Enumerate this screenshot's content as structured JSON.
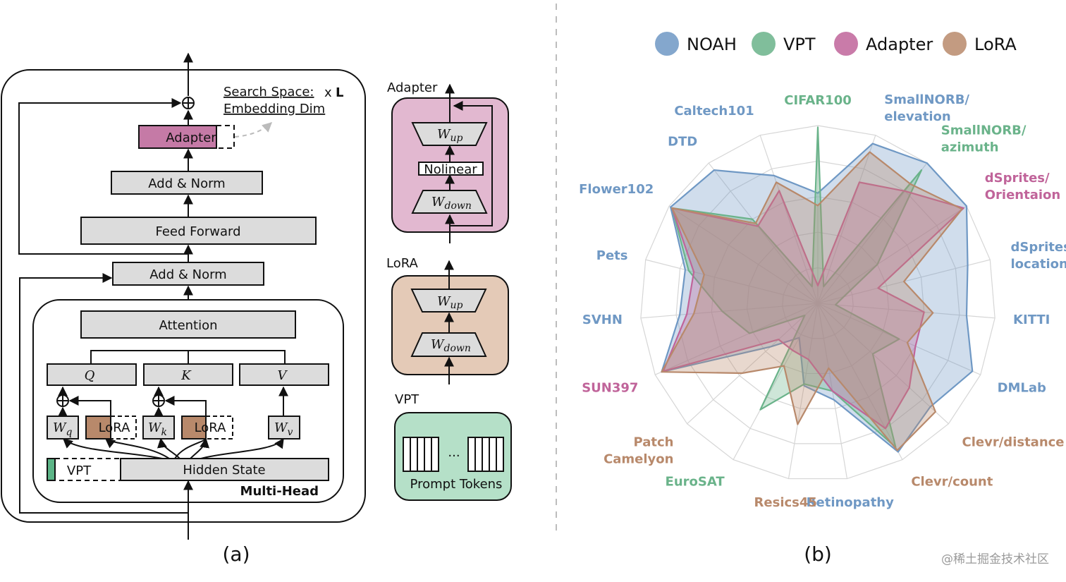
{
  "panel_a": {
    "caption": "(a)",
    "search_space_line1": "Search Space:",
    "search_space_line2": "Embedding Dim",
    "repeat": "x",
    "repeat_L": "L",
    "adapter": "Adapter",
    "add_norm": "Add & Norm",
    "feed_forward": "Feed Forward",
    "attention": "Attention",
    "q": "Q",
    "k": "K",
    "v": "V",
    "lora": "LoRA",
    "vpt": "VPT",
    "hidden_state": "Hidden State",
    "multi_head": "Multi-Head",
    "wq": "W",
    "wq_sub": "q",
    "wk": "W",
    "wk_sub": "k",
    "wv": "W",
    "wv_sub": "v"
  },
  "modules": {
    "adapter_title": "Adapter",
    "w_up": "W",
    "w_up_sub": "up",
    "w_down": "W",
    "w_down_sub": "down",
    "nolinear": "Nolinear",
    "lora_title": "LoRA",
    "vpt_title": "VPT",
    "prompt_tokens": "Prompt  Tokens",
    "dots": "···"
  },
  "panel_b": {
    "caption": "(b)"
  },
  "colors": {
    "adapter_fill": "#c57aa6",
    "adapter_bg": "#e2b8d0",
    "lora_fill": "#b8896b",
    "lora_bg": "#e4cab7",
    "vpt_fill": "#5cb587",
    "vpt_bg": "#b5e0c8",
    "box_gray": "#dcdcdc"
  },
  "chart_data": {
    "type": "radar",
    "axes": [
      {
        "label": "CIFAR100",
        "color": "#6ab38a"
      },
      {
        "label": "SmallNORB/",
        "label2": "elevation",
        "color": "#6f98c4"
      },
      {
        "label": "SmallNORB/",
        "label2": "azimuth",
        "color": "#6ab38a"
      },
      {
        "label": "dSprites/",
        "label2": "Orientaion",
        "color": "#c0649a"
      },
      {
        "label": "dSprites/",
        "label2": "location",
        "color": "#6f98c4"
      },
      {
        "label": "KITTI",
        "color": "#6f98c4"
      },
      {
        "label": "DMLab",
        "color": "#6f98c4"
      },
      {
        "label": "Clevr/distance",
        "color": "#b8896b"
      },
      {
        "label": "Clevr/count",
        "color": "#b8896b"
      },
      {
        "label": "Retinopathy",
        "color": "#6f98c4"
      },
      {
        "label": "Resics45",
        "color": "#b8896b"
      },
      {
        "label": "EuroSAT",
        "color": "#6ab38a"
      },
      {
        "label": "Patch",
        "label2": "Camelyon",
        "color": "#b8896b"
      },
      {
        "label": "SUN397",
        "color": "#c0649a"
      },
      {
        "label": "SVHN",
        "color": "#6f98c4"
      },
      {
        "label": "Pets",
        "color": "#6f98c4"
      },
      {
        "label": "Flower102",
        "color": "#6f98c4"
      },
      {
        "label": "DTD",
        "color": "#6f98c4"
      },
      {
        "label": "Caltech101",
        "color": "#6f98c4"
      }
    ],
    "rmax": 1.0,
    "grid_levels": 5,
    "legend_position": "top",
    "series": [
      {
        "name": "NOAH",
        "color": "#6f98c4",
        "values": [
          0.62,
          0.95,
          1.0,
          1.0,
          0.87,
          0.84,
          0.95,
          0.86,
          0.95,
          0.55,
          0.47,
          0.22,
          0.36,
          0.96,
          0.78,
          0.77,
          0.99,
          0.95,
          0.76
        ]
      },
      {
        "name": "VPT",
        "color": "#6ab38a",
        "values": [
          0.99,
          0.1,
          0.95,
          0.4,
          0.15,
          0.1,
          0.5,
          0.42,
          0.92,
          0.5,
          0.46,
          0.68,
          0.1,
          0.42,
          0.54,
          0.75,
          0.98,
          0.6,
          0.1
        ]
      },
      {
        "name": "Adapter",
        "color": "#c0649a",
        "values": [
          0.1,
          0.72,
          0.8,
          0.98,
          0.35,
          0.6,
          0.6,
          0.7,
          0.8,
          0.5,
          0.32,
          0.3,
          0.3,
          0.95,
          0.74,
          0.72,
          0.98,
          0.55,
          0.67
        ]
      },
      {
        "name": "LoRA",
        "color": "#b8896b",
        "values": [
          0.55,
          0.9,
          0.85,
          0.97,
          0.5,
          0.65,
          0.55,
          0.9,
          0.94,
          0.37,
          0.69,
          0.4,
          0.58,
          0.96,
          0.7,
          0.66,
          0.98,
          0.57,
          0.72
        ]
      }
    ]
  },
  "watermark": "@稀土掘金技术社区"
}
